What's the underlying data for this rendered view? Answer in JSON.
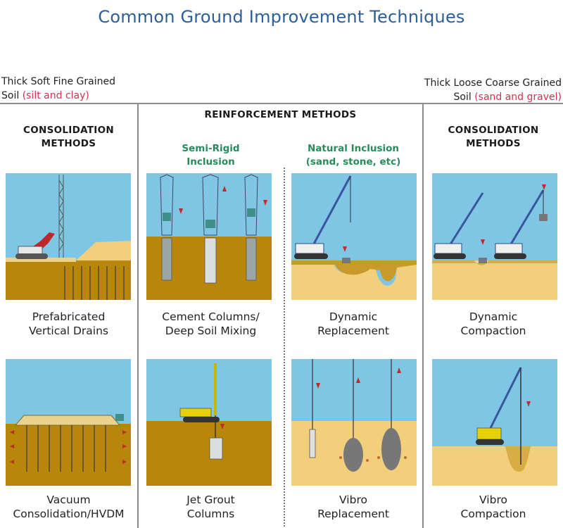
{
  "title": "Common Ground Improvement Techniques",
  "left_soil": {
    "line1": "Thick Soft Fine Grained",
    "line2a": "Soil ",
    "line2b": "(silt and clay)"
  },
  "right_soil": {
    "line1": "Thick Loose Coarse Grained",
    "line2a": "Soil ",
    "line2b": "(sand and gravel)"
  },
  "sections": {
    "left": {
      "line1": "CONSOLIDATION",
      "line2": "METHODS"
    },
    "middle": {
      "label": "REINFORCEMENT METHODS"
    },
    "right": {
      "line1": "CONSOLIDATION",
      "line2": "METHODS"
    }
  },
  "subsections": {
    "semi_rigid": {
      "line1": "Semi-Rigid",
      "line2": "Inclusion"
    },
    "natural": {
      "line1": "Natural Inclusion",
      "line2": "(sand, stone, etc)"
    }
  },
  "techniques": {
    "pvd": {
      "line1": "Prefabricated",
      "line2": "Vertical Drains"
    },
    "cement": {
      "line1": "Cement Columns/",
      "line2": "Deep Soil Mixing"
    },
    "dyn_rep": {
      "line1": "Dynamic",
      "line2": "Replacement"
    },
    "dyn_comp": {
      "line1": "Dynamic",
      "line2": "Compaction"
    },
    "vacuum": {
      "line1": "Vacuum",
      "line2": "Consolidation/HVDM"
    },
    "jet": {
      "line1": "Jet Grout",
      "line2": "Columns"
    },
    "vibro_rep": {
      "line1": "Vibro",
      "line2": "Replacement"
    },
    "vibro_comp": {
      "line1": "Vibro",
      "line2": "Compaction"
    }
  },
  "colors": {
    "title": "#2b5f9a",
    "accent_red": "#d0324f",
    "subheading_green": "#2a8a5a",
    "sky": "#7fc6e4",
    "clay": "#b8860b",
    "sand": "#f2cf7a"
  }
}
